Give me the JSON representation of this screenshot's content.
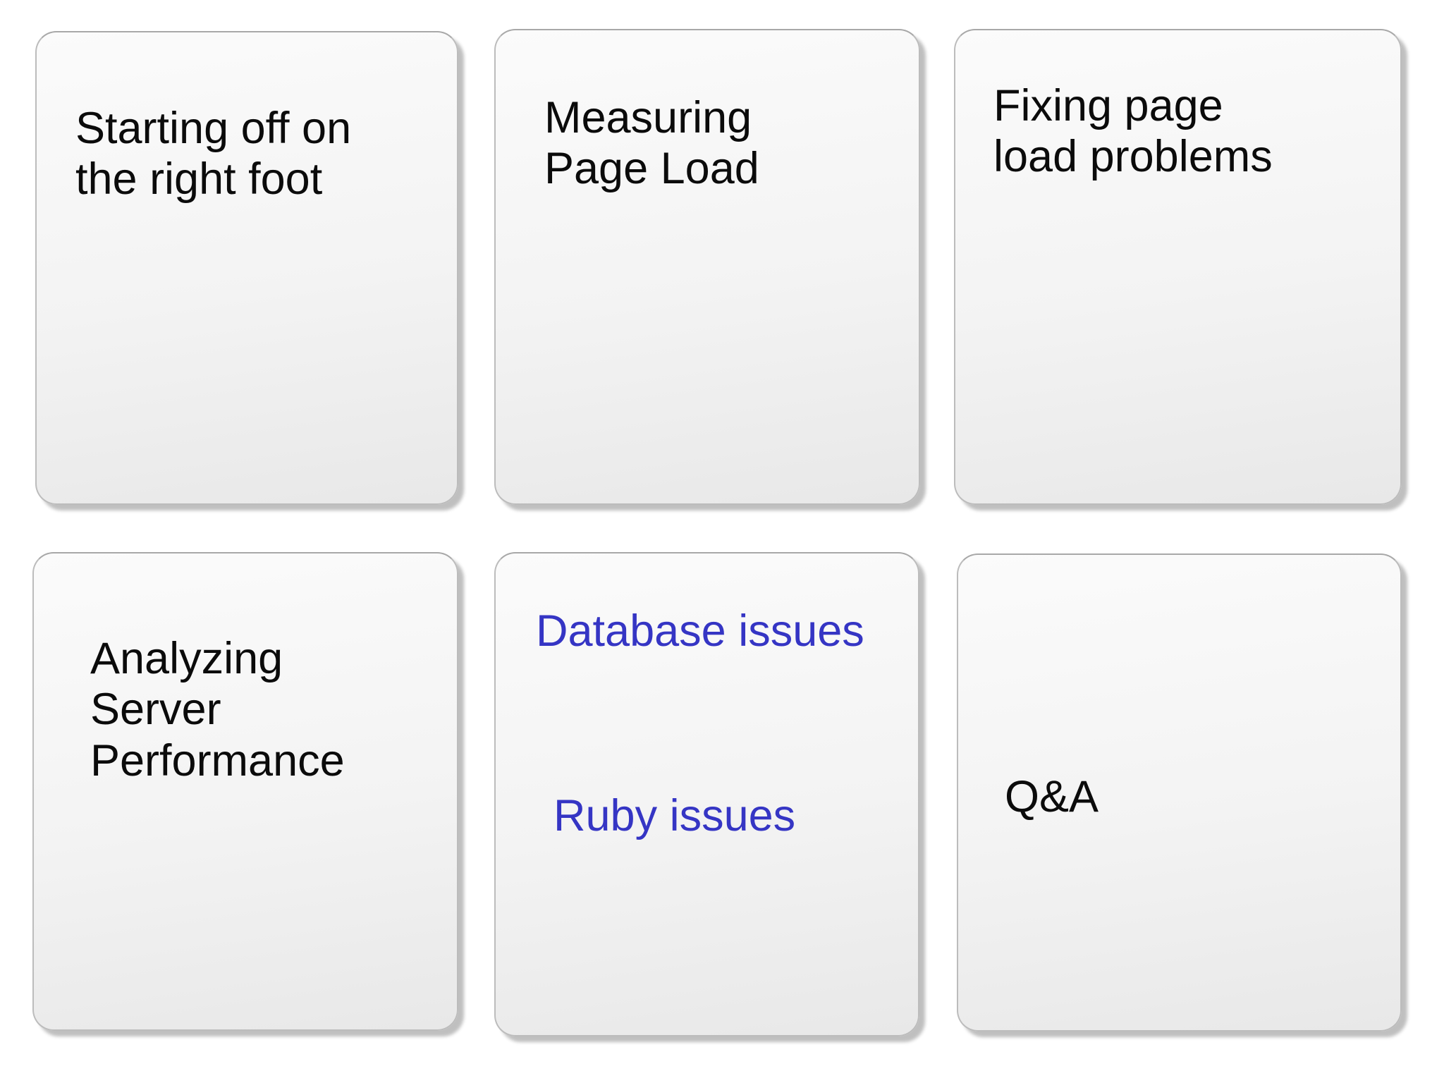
{
  "slide": {
    "background_color": "#ffffff",
    "text_color": "#0b0b0b",
    "link_color": "#3535c4"
  },
  "cards": [
    {
      "title": "Starting off on\nthe right foot"
    },
    {
      "title": "Measuring\nPage Load"
    },
    {
      "title": "Fixing page\nload problems"
    },
    {
      "title": "Analyzing\nServer\nPerformance"
    },
    {
      "links": [
        "Database issues",
        "Ruby issues"
      ]
    },
    {
      "title": "Q&A"
    }
  ]
}
